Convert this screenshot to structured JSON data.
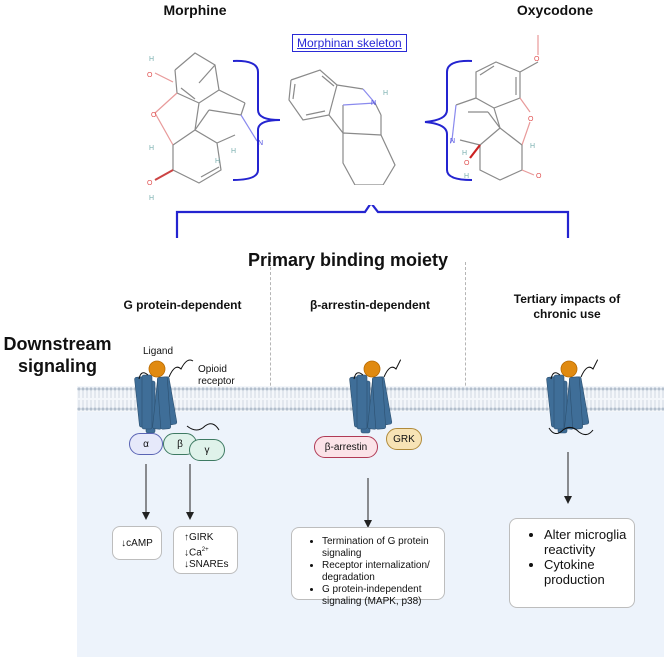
{
  "top": {
    "morphine_title": "Morphine",
    "oxycodone_title": "Oxycodone",
    "skeleton_label": "Morphinan skeleton",
    "primary_label": "Primary binding moiety"
  },
  "atoms": {
    "O": "O",
    "H": "H",
    "N": "N"
  },
  "row_label": {
    "line1": "Downstream",
    "line2": "signaling"
  },
  "columns": [
    {
      "header": "G protein-dependent",
      "ligand_label": "Ligand",
      "receptor_label_1": "Opioid",
      "receptor_label_2": "receptor",
      "subunits": [
        "α",
        "β",
        "γ"
      ],
      "outcome_left": "↓cAMP",
      "outcome_right": [
        "↑GIRK",
        "↓Ca",
        "↓SNAREs"
      ],
      "ca_superscript": "2+"
    },
    {
      "header": "β-arrestin-dependent",
      "proteins": [
        "β-arrestin",
        "GRK"
      ],
      "outcomes": [
        "Termination of G protein signaling",
        "Receptor internalization/ degradation",
        "G protein-independent signaling (MAPK, p38)"
      ]
    },
    {
      "header_line1": "Tertiary impacts of",
      "header_line2": "chronic use",
      "outcomes": [
        "Alter microglia reactivity",
        "Cytokine production"
      ]
    }
  ],
  "colors": {
    "bracket": "#2424d0",
    "receptor": "#3f6e98",
    "ligand": "#e08a10",
    "cell_bg": "#edf3fb",
    "alpha_fill": "#e6e9fa",
    "alpha_stroke": "#5a64b4",
    "beta_fill": "#dff2ea",
    "beta_stroke": "#3e7a62",
    "arrestin_fill": "#fbe3e8",
    "arrestin_stroke": "#b03a55",
    "grk_fill": "#f7e3b5",
    "grk_stroke": "#b08a3a"
  }
}
